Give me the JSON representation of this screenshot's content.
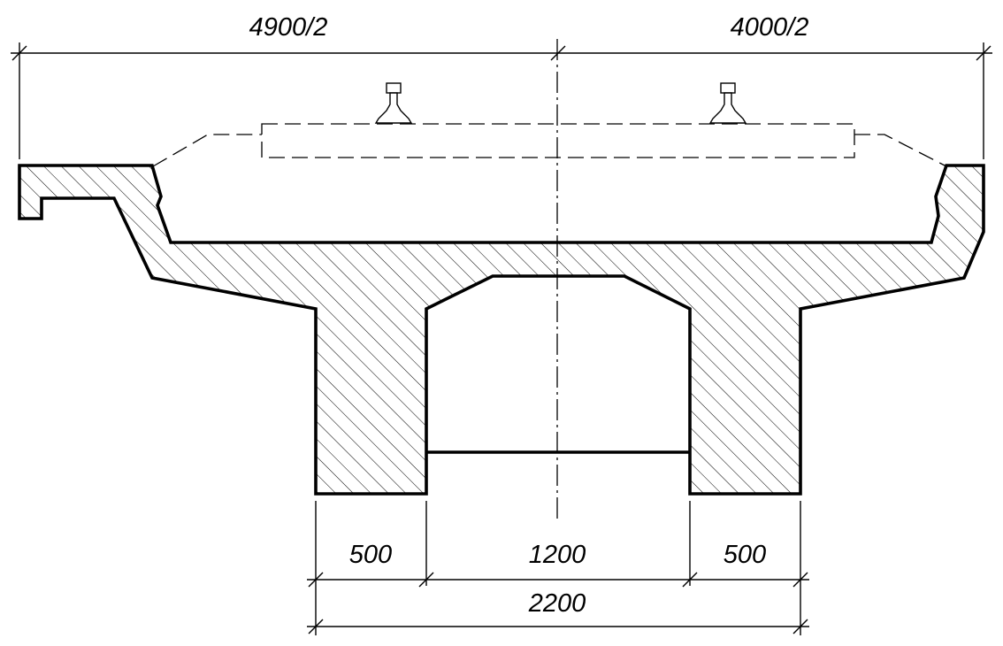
{
  "dimensions": {
    "top_left": "4900/2",
    "top_right": "4000/2",
    "bottom_left_web": "500",
    "bottom_opening": "1200",
    "bottom_right_web": "500",
    "bottom_total": "2200"
  },
  "colors": {
    "line": "#000000",
    "background": "#ffffff"
  },
  "icons": [
    "rail-icon",
    "rail-icon"
  ]
}
